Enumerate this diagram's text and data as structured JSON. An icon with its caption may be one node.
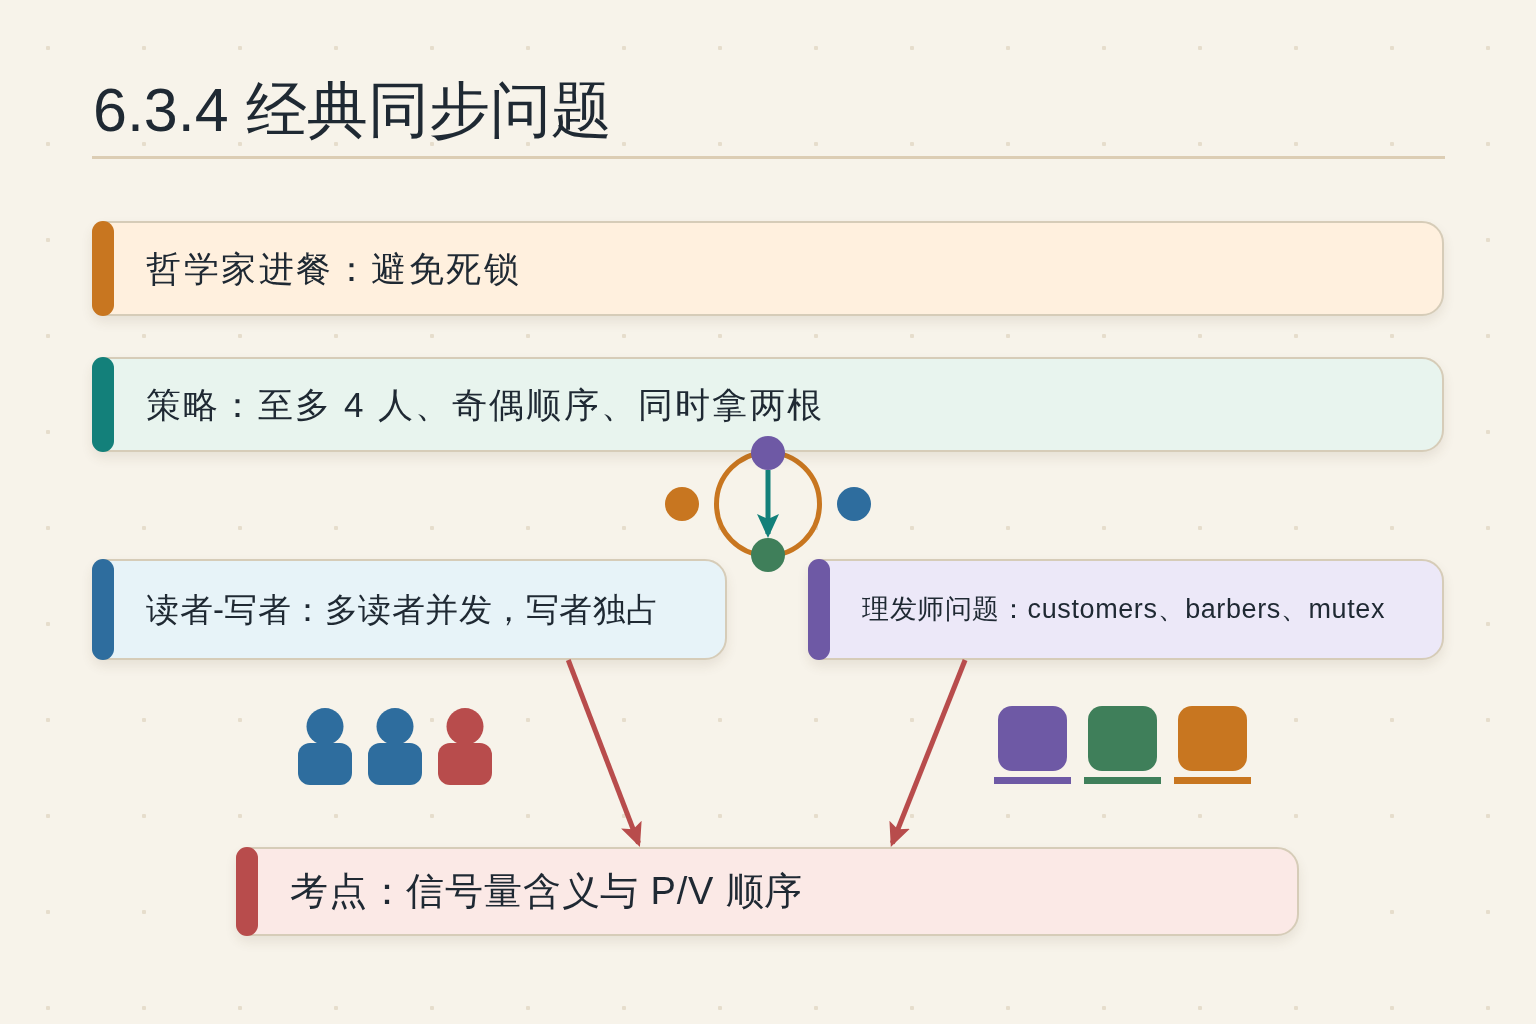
{
  "diagram": {
    "title": "6.3.4 经典同步问题",
    "nodes": [
      {
        "text": [
          "哲学家进餐：避免死锁"
        ]
      },
      {
        "text": [
          "策略：至多 4 人、奇偶顺序、同时拿两根"
        ]
      },
      {
        "text": [],
        "shape": "circle"
      },
      {
        "text": [],
        "shape": "circle"
      },
      {
        "text": [
          "读者-写者：多读者并发，写者独占"
        ]
      },
      {
        "text": [
          "理发师问题：customers、barbers、mutex"
        ]
      },
      {
        "text": [
          "考点：信号量含义与 P/V 顺序"
        ]
      }
    ],
    "edges": [
      {
        "from": 2,
        "to": 3,
        "arrow": "to",
        "color": "#13807a"
      },
      {
        "from": 4,
        "to": 6,
        "arrow": "to"
      },
      {
        "from": 5,
        "to": 6,
        "arrow": "to"
      }
    ]
  }
}
